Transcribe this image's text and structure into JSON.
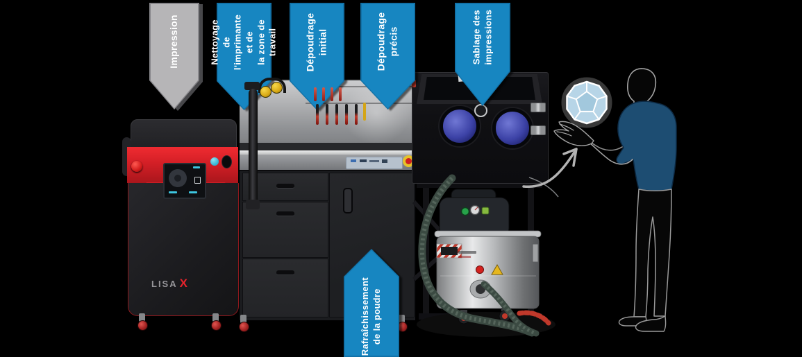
{
  "colors": {
    "background": "#000000",
    "step_blue": "#1786c1",
    "step_gray": "#b6b5b7",
    "step_text": "#ffffff",
    "printer_red": "#d31f26",
    "operator_shirt_navy": "#1d4d72",
    "printed_part_blue": "#b7d5e7",
    "guide_arrow_gray": "#b3b3b3",
    "glove_blue": "#3c42a6"
  },
  "steps": [
    {
      "id": "impression",
      "label": "Impression",
      "color": "#b6b5b7",
      "border_color": "#87868a",
      "text_color": "#ffffff",
      "direction": "down"
    },
    {
      "id": "nettoyage-imprimante",
      "label": "Nettoyage de\nl'imprimante et de\nla zone de travail",
      "color": "#1786c1",
      "border_color": "#1272a8",
      "text_color": "#ffffff",
      "direction": "down"
    },
    {
      "id": "depoudrage-initial",
      "label": "Dépoudrage initial",
      "color": "#1786c1",
      "border_color": "#1272a8",
      "text_color": "#ffffff",
      "direction": "down"
    },
    {
      "id": "depoudrage-precis",
      "label": "Dépoudrage précis",
      "color": "#1786c1",
      "border_color": "#1272a8",
      "text_color": "#ffffff",
      "direction": "down"
    },
    {
      "id": "sablage-impressions",
      "label": "Sablage des\nimpressions",
      "color": "#1786c1",
      "border_color": "#1272a8",
      "text_color": "#ffffff",
      "direction": "down"
    },
    {
      "id": "rafraichissement-poudre",
      "label": "Rafraîchissement\nde la poudre",
      "color": "#1786c1",
      "border_color": "#1272a8",
      "text_color": "#ffffff",
      "direction": "up"
    }
  ],
  "printer": {
    "name_prefix": "LISA",
    "name_suffix": "X",
    "name_color": "#97969a",
    "name_suffix_color": "#e8232b"
  }
}
